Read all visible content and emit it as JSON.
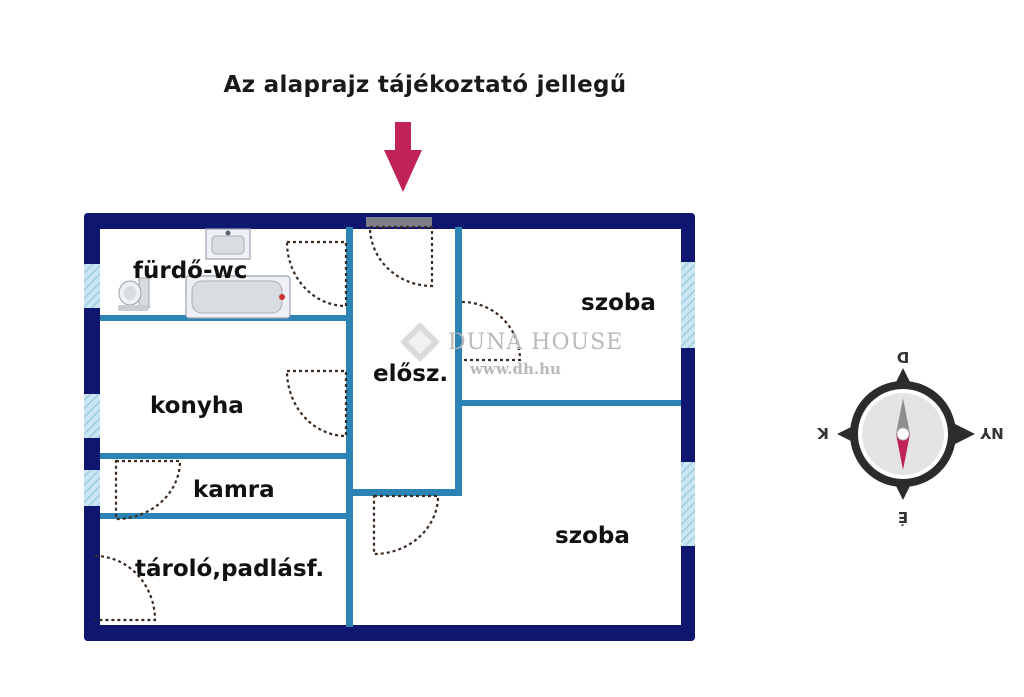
{
  "header": {
    "note": "Az alaprajz tájékoztató jellegű"
  },
  "rooms": {
    "bathroom": "fürdő-wc",
    "kitchen": "konyha",
    "pantry": "kamra",
    "storage": "tároló,padlásf.",
    "hall": "elősz.",
    "room_top": "szoba",
    "room_bottom": "szoba"
  },
  "watermark": {
    "brand": "DUNA HOUSE",
    "url": "www.dh.hu"
  },
  "compass": {
    "north": "É",
    "south": "D",
    "east": "K",
    "west": "NY"
  },
  "colors": {
    "outer_wall": "#0f1670",
    "inner_wall": "#2b84b4",
    "arrow": "#c0235a",
    "window": "#a9d7ea",
    "door_swing": "#3a2a20",
    "compass_ring": "#2c2c2c",
    "needle_north": "#c0235a",
    "needle_south": "#8e8e8e"
  },
  "icons": {
    "entrance_arrow": "arrow-down-icon",
    "compass": "compass-icon",
    "bathtub": "bathtub-icon",
    "sink": "sink-icon",
    "toilet": "toilet-icon",
    "logo": "duna-house-logo-icon"
  }
}
